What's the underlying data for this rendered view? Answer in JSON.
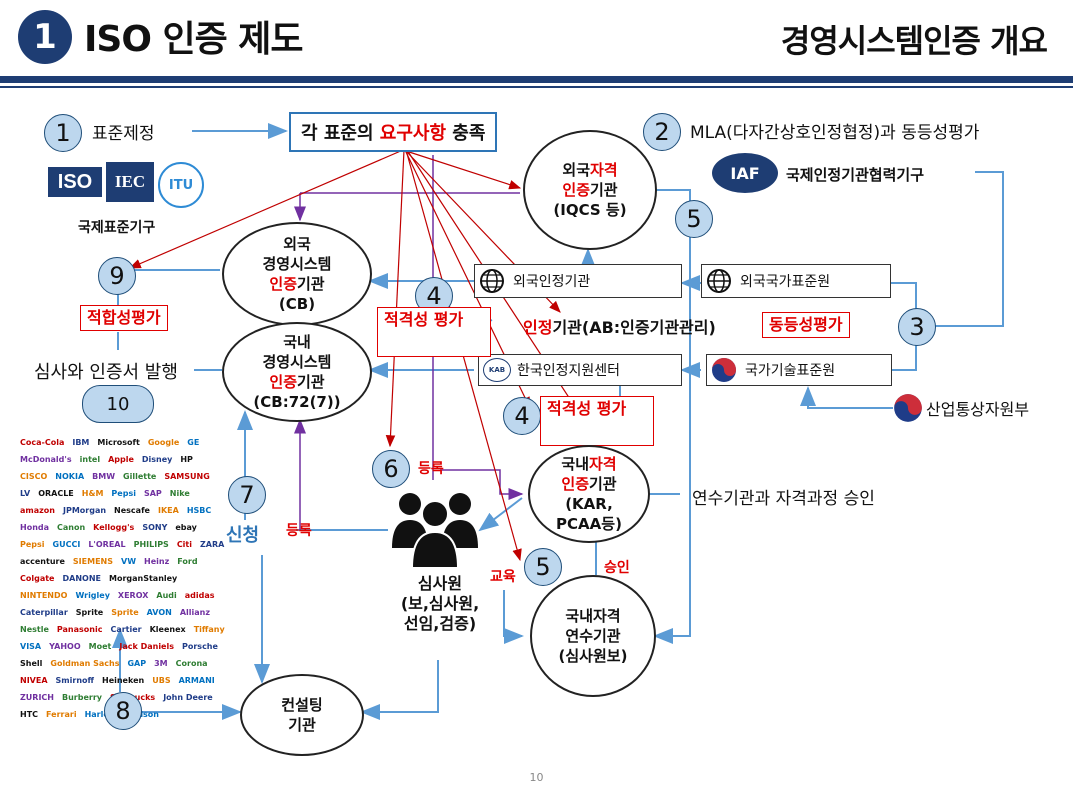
{
  "header": {
    "number": "1",
    "title": "ISO 인증 제도",
    "right_title": "경영시스템인증 개요"
  },
  "steps": {
    "s1": "1",
    "s2": "2",
    "s3": "3",
    "s4a": "4",
    "s4b": "4",
    "s5a": "5",
    "s5b": "5",
    "s6": "6",
    "s7": "7",
    "s8": "8",
    "s9": "9",
    "s10": "10"
  },
  "labels": {
    "standard_setting": "표준제정",
    "requirements_prefix": "각 표준의 ",
    "requirements_red": "요구사항",
    "requirements_suffix": " 충족",
    "mla": "MLA(다자간상호인정협정)과 동등성평가",
    "iaf": "국제인정기관협력기구",
    "intl_std_org": "국제표준기구",
    "conformity_eval": "적합성평가",
    "audit_issue": "심사와 인증서 발행",
    "qual_eval_1": "적격성 평가",
    "qual_eval_2": "적격성 평가",
    "accreditation_red": "인정",
    "accreditation_rest": "기관(AB:인증기관관리)",
    "equivalence_eval": "동등성평가",
    "training_approval": "연수기관과 자격과정 승인",
    "register_1": "등록",
    "register_2": "등록",
    "apply": "신청",
    "education": "교육",
    "approval": "승인",
    "page_number": "10"
  },
  "nodes": {
    "foreign_cert": {
      "l1": "외국",
      "l2": "경영시스템",
      "l3_red": "인증",
      "l3_rest": "기관",
      "l4": "(CB)"
    },
    "domestic_cert": {
      "l1": "국내",
      "l2": "경영시스템",
      "l3_red": "인증",
      "l3_rest": "기관",
      "l4": "(CB:72(7))"
    },
    "foreign_qual": {
      "l1_a": "외국",
      "l1_red": "자격",
      "l2_red": "인증",
      "l2_rest": "기관",
      "l3": "(IQCS 등)"
    },
    "domestic_qual": {
      "l1_a": "국내",
      "l1_red": "자격",
      "l2_red": "인증",
      "l2_rest": "기관",
      "l3": "(KAR,",
      "l4": "PCAA등)"
    },
    "domestic_training": {
      "l1": "국내자격",
      "l2": "연수기관",
      "l3": "(심사원보)"
    },
    "consulting": {
      "l1": "컨설팅",
      "l2": "기관"
    },
    "auditor": {
      "l1": "심사원",
      "l2": "(보,심사원,",
      "l3": "선임,검증)"
    }
  },
  "boxes": {
    "foreign_ab": "외국인정기관",
    "foreign_nsb": "외국국가표준원",
    "kab": "한국인정지원센터",
    "kats": "국가기술표준원",
    "motie": "산업통상자원부"
  },
  "logos": {
    "iso": "ISO",
    "iec": "IEC",
    "itu": "ITU",
    "iaf": "IAF",
    "kab": "KAB",
    "companies": [
      "Coca-Cola",
      "IBM",
      "Microsoft",
      "Google",
      "GE",
      "McDonald's",
      "intel",
      "Apple",
      "Disney",
      "HP",
      "CISCO",
      "NOKIA",
      "BMW",
      "Gillette",
      "SAMSUNG",
      "LV",
      "ORACLE",
      "H&M",
      "Pepsi",
      "SAP",
      "Nike",
      "amazon",
      "JPMorgan",
      "Nescafe",
      "IKEA",
      "HSBC",
      "Honda",
      "Canon",
      "Kellogg's",
      "SONY",
      "ebay",
      "Pepsi",
      "GUCCI",
      "L'OREAL",
      "PHILIPS",
      "Citi",
      "ZARA",
      "accenture",
      "SIEMENS",
      "VW",
      "Heinz",
      "Ford",
      "Colgate",
      "DANONE",
      "MorganStanley",
      "NINTENDO",
      "Wrigley",
      "XEROX",
      "Audi",
      "adidas",
      "Caterpillar",
      "Sprite",
      "Sprite",
      "AVON",
      "Allianz",
      "Nestle",
      "Panasonic",
      "Cartier",
      "Kleenex",
      "Tiffany",
      "VISA",
      "YAHOO",
      "Moet",
      "Jack Daniels",
      "Porsche",
      "Shell",
      "Goldman Sachs",
      "GAP",
      "3M",
      "Corona",
      "NIVEA",
      "Smirnoff",
      "Heineken",
      "UBS",
      "ARMANI",
      "ZURICH",
      "Burberry",
      "Starbucks",
      "John Deere",
      "HTC",
      "Ferrari",
      "Harley-Davidson"
    ]
  },
  "colors": {
    "navy": "#1e3d73",
    "accent_red": "#e00000",
    "badge_fill": "#bdd7ee",
    "arrow_blue": "#5b9bd5",
    "arrow_red": "#c00000",
    "arrow_purple": "#7030a0"
  }
}
